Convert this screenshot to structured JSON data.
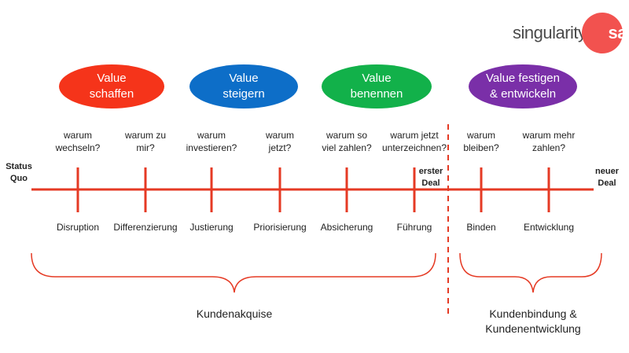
{
  "logo": {
    "part1": "singularity",
    "part2": "sales",
    "accent": "#f2524f"
  },
  "phases": [
    {
      "label_line1": "Value",
      "label_line2": "schaffen",
      "color": "#f5341a"
    },
    {
      "label_line1": "Value",
      "label_line2": "steigern",
      "color": "#0d6ec8"
    },
    {
      "label_line1": "Value",
      "label_line2": "benennen",
      "color": "#12b14a"
    },
    {
      "label_line1": "Value festigen",
      "label_line2": "& entwickeln",
      "color": "#7a2fa8"
    }
  ],
  "timeline": {
    "start_label": [
      "Status",
      "Quo"
    ],
    "end_label": [
      "neuer",
      "Deal"
    ],
    "milestone_label": [
      "erster",
      "Deal"
    ],
    "line_color": "#e53a24",
    "steps": [
      {
        "question": [
          "warum",
          "wechseln?"
        ],
        "label": "Disruption"
      },
      {
        "question": [
          "warum zu",
          "mir?"
        ],
        "label": "Differenzierung"
      },
      {
        "question": [
          "warum",
          "investieren?"
        ],
        "label": "Justierung"
      },
      {
        "question": [
          "warum",
          "jetzt?"
        ],
        "label": "Priorisierung"
      },
      {
        "question": [
          "warum so",
          "viel zahlen?"
        ],
        "label": "Absicherung"
      },
      {
        "question": [
          "warum jetzt",
          "unterzeichnen?"
        ],
        "label": "Führung"
      },
      {
        "question": [
          "warum",
          "bleiben?"
        ],
        "label": "Binden"
      },
      {
        "question": [
          "warum mehr",
          "zahlen?"
        ],
        "label": "Entwicklung"
      }
    ]
  },
  "groups": [
    {
      "label_line1": "Kundenakquise",
      "label_line2": ""
    },
    {
      "label_line1": "Kundenbindung &",
      "label_line2": "Kundenentwicklung"
    }
  ]
}
